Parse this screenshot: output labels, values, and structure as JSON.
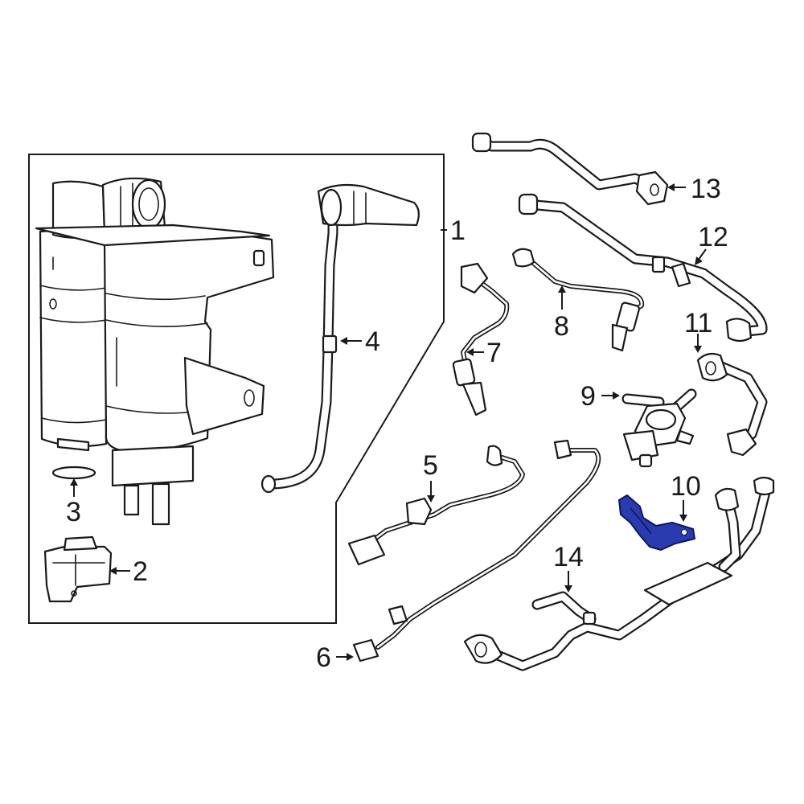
{
  "diagram": {
    "callouts": [
      {
        "id": "1",
        "label": "1"
      },
      {
        "id": "2",
        "label": "2"
      },
      {
        "id": "3",
        "label": "3"
      },
      {
        "id": "4",
        "label": "4"
      },
      {
        "id": "5",
        "label": "5"
      },
      {
        "id": "6",
        "label": "6"
      },
      {
        "id": "7",
        "label": "7"
      },
      {
        "id": "8",
        "label": "8"
      },
      {
        "id": "9",
        "label": "9"
      },
      {
        "id": "10",
        "label": "10"
      },
      {
        "id": "11",
        "label": "11"
      },
      {
        "id": "12",
        "label": "12"
      },
      {
        "id": "13",
        "label": "13"
      },
      {
        "id": "14",
        "label": "14"
      }
    ],
    "highlighted_part": "10",
    "colors": {
      "line": "#1a1a1a",
      "background": "#ffffff",
      "highlight": "#2a3bb0"
    }
  }
}
